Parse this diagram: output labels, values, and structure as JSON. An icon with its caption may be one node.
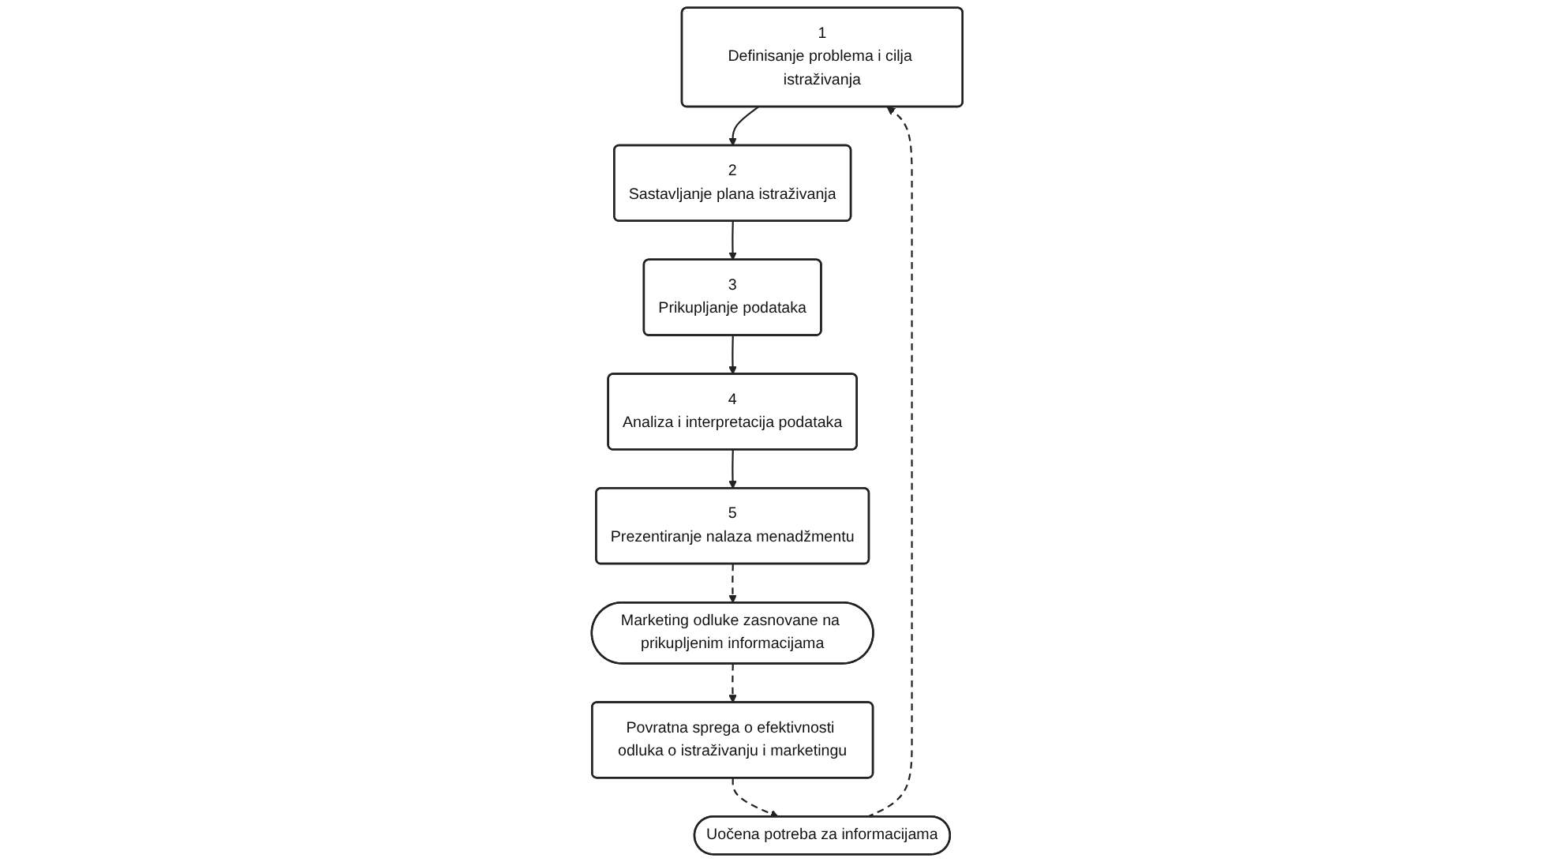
{
  "diagram": {
    "nodes": [
      {
        "text": [
          "1",
          "Definisanje problema i cilja istraživanja"
        ]
      },
      {
        "text": [
          "2",
          "Sastavljanje plana istraživanja"
        ]
      },
      {
        "text": [
          "3",
          "Prikupljanje podataka"
        ]
      },
      {
        "text": [
          "4",
          "Analiza i interpretacija podataka"
        ]
      },
      {
        "text": [
          "5",
          "Prezentiranje nalaza menadžmentu"
        ]
      },
      {
        "text": [
          "Uočena potreba za informacijama"
        ]
      },
      {
        "text": [
          "Povratna sprega o efektivnosti odluka o istraživanju i marketingu"
        ]
      },
      {
        "text": [
          "Marketing odluke zasnovane na prikupljenim informacijama"
        ]
      }
    ],
    "edges": [
      {
        "from": 0,
        "to": 1,
        "arrow": "to"
      },
      {
        "from": 1,
        "to": 2,
        "arrow": "to"
      },
      {
        "from": 2,
        "to": 3,
        "arrow": "to"
      },
      {
        "from": 3,
        "to": 4,
        "arrow": "to"
      },
      {
        "from": 4,
        "to": 7,
        "arrow": "to",
        "style": "dashed"
      },
      {
        "from": 7,
        "to": 6,
        "arrow": "to",
        "style": "dashed"
      },
      {
        "from": 6,
        "to": 5,
        "arrow": "to",
        "style": "dashed"
      },
      {
        "from": 5,
        "to": 0,
        "arrow": "to",
        "style": "dashed"
      }
    ]
  }
}
